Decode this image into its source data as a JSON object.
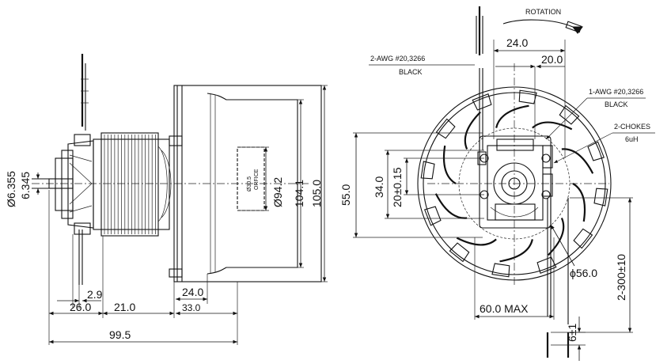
{
  "dimensions": {
    "shaft_dia_max": "Ø6.355",
    "shaft_dia_min": "6.345",
    "orifice_dia": "Ø30.5",
    "orifice_label": "ORFICE",
    "fan_dia": "Ø94.2",
    "housing_dia": "104.1",
    "overall_dia": "105.0",
    "dim_2_9": "2.9",
    "dim_26_0": "26.0",
    "dim_21_0": "21.0",
    "dim_24_0_side": "24.0",
    "dim_33_0": "33.0",
    "overall_length": "99.5",
    "dim_24_0_top": "24.0",
    "dim_20_0": "20.0",
    "dim_55_0": "55.0",
    "dim_34_0": "34.0",
    "dim_20_tol": "20±0.15",
    "dim_56_0": "ϕ56.0",
    "dim_60_max": "60.0 MAX",
    "dim_6_tol": "6±1",
    "lead_length": "2-300±10"
  },
  "notes": {
    "rotation": "ROTATION",
    "wire_2_awg": "2-AWG #20,3266",
    "wire_2_color": "BLACK",
    "wire_1_awg": "1-AWG #20,3266",
    "wire_1_color": "BLACK",
    "chokes": "2-CHOKES",
    "chokes_value": "6uH"
  }
}
